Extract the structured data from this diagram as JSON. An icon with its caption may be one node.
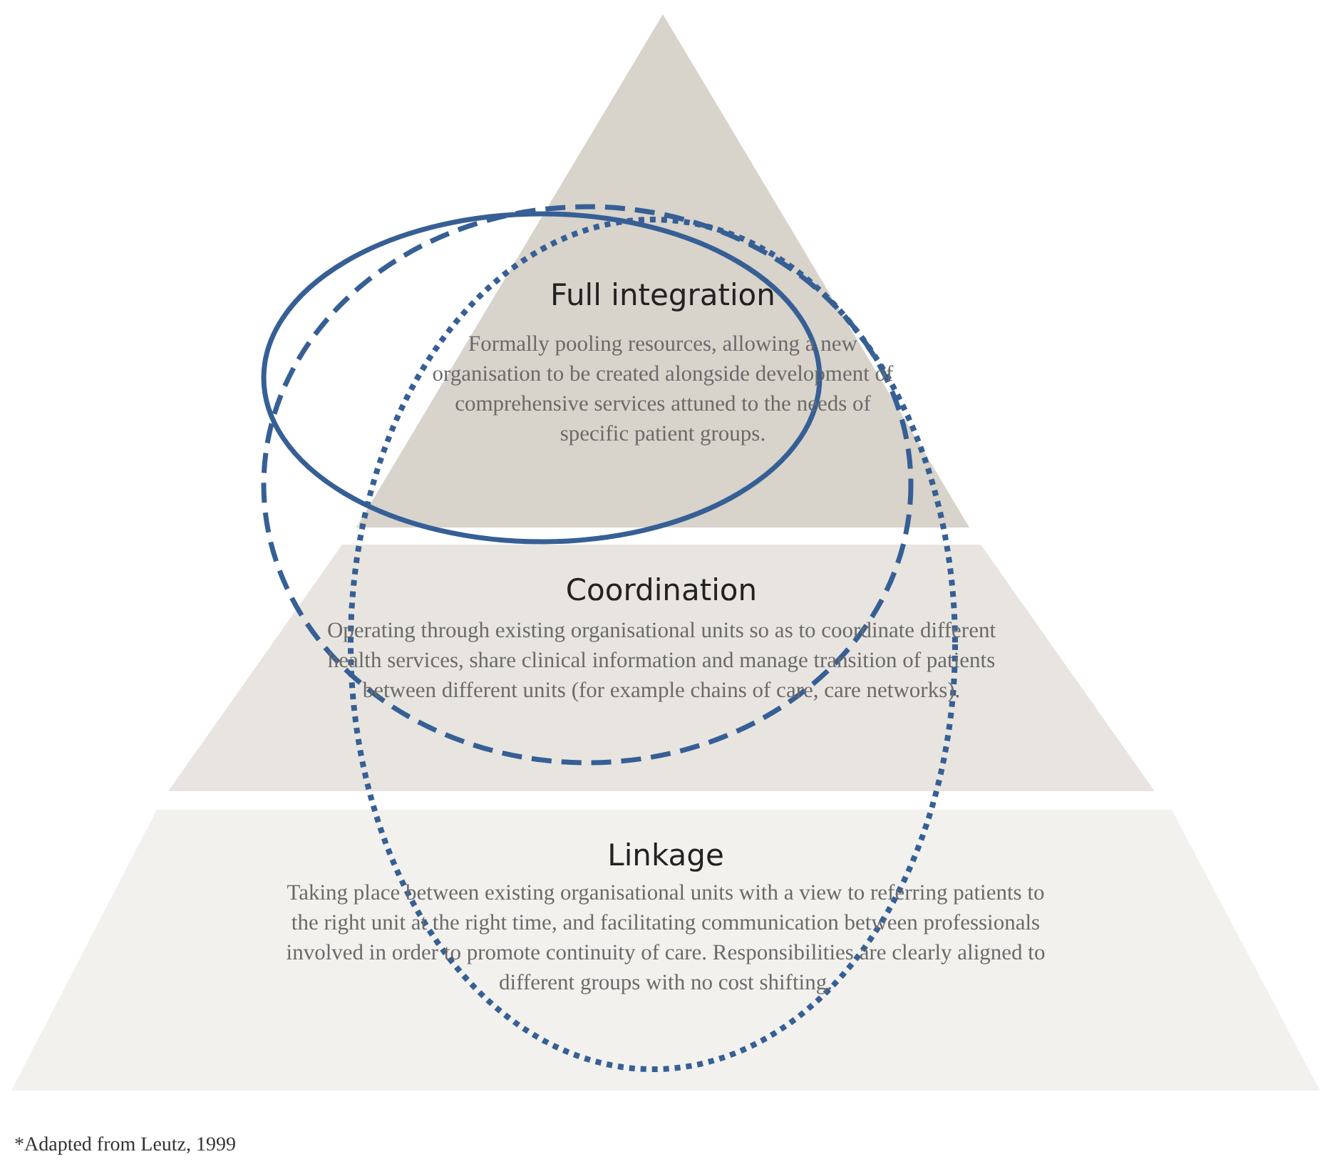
{
  "diagram": {
    "caption": "*Adapted from Leutz, 1999",
    "nodes": [
      {
        "text": [
          "Full integration",
          "Formally pooling resources, allowing a new organisation to be created alongside development of comprehensive services attuned to the needs of specific patient groups."
        ]
      },
      {
        "text": [
          "Coordination",
          "Operating through existing organisational units so as to coordinate different health services, share clinical information and manage transition of patients between different units (for example chains of care, care networks)."
        ]
      },
      {
        "text": [
          "Linkage",
          "Taking place between existing organisational units with a view to referring patients to the right unit at the right time, and facilitating communication between professionals involved in order to promote continuity of care. Responsibilities are clearly aligned to different groups with no cost shifting."
        ]
      }
    ],
    "edges": []
  }
}
